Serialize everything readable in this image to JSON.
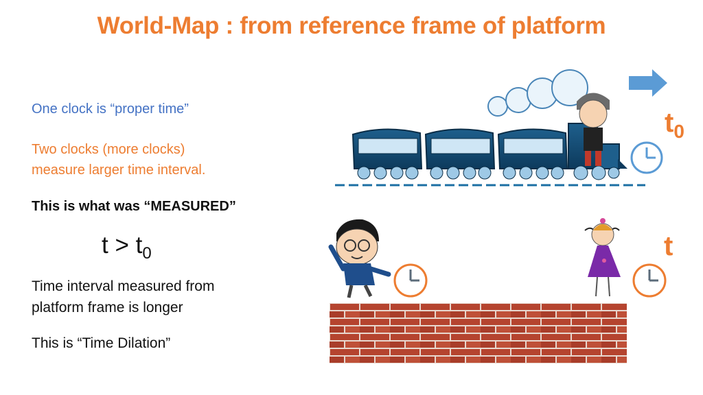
{
  "title": "World-Map  :  from reference frame of platform",
  "notes": {
    "line1": "One clock is “proper time”",
    "line2a": "Two clocks (more clocks)",
    "line2b": "measure larger time interval.",
    "line3": "This is what was “MEASURED”",
    "ineq_base": "t > t",
    "ineq_sub": "0",
    "line4a": "Time interval measured from",
    "line4b": "platform frame is longer",
    "line5": "This is “Time Dilation”"
  },
  "labels": {
    "train_clock_base": "t",
    "train_clock_sub": "0",
    "girl_clock": "t"
  },
  "colors": {
    "title": "#ed7d31",
    "blue_text": "#4472c4",
    "arrow": "#5b9bd5",
    "clock_stroke": "#ed7d31",
    "brick": "#b5442f"
  },
  "icons": [
    "right-arrow-icon",
    "clock-icon",
    "train-illustration",
    "boy-illustration",
    "girl-illustration",
    "brick-wall"
  ]
}
